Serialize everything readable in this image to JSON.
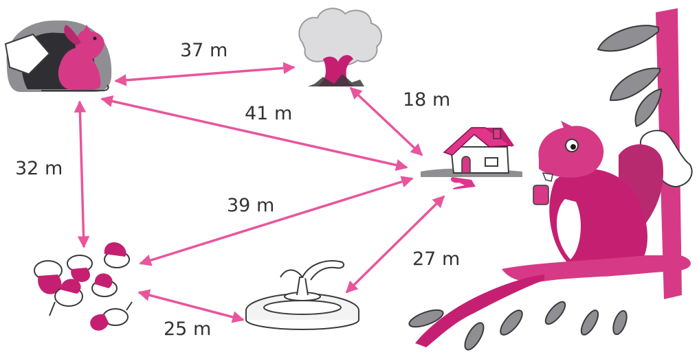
{
  "colors": {
    "accent": "#e0358a",
    "arrow": "#e8559c",
    "gray": "#8f8f93",
    "dark": "#3a3a3a"
  },
  "distances": {
    "den_tree": "37 m",
    "den_house": "41 m",
    "tree_house": "18 m",
    "den_acorns": "32 m",
    "acorns_house": "39 m",
    "fountain_house": "27 m",
    "acorns_fountain": "25 m"
  },
  "icons": [
    "squirrel-den-icon",
    "tree-icon",
    "house-icon",
    "acorns-icon",
    "fountain-icon",
    "squirrel-on-branch-icon"
  ]
}
